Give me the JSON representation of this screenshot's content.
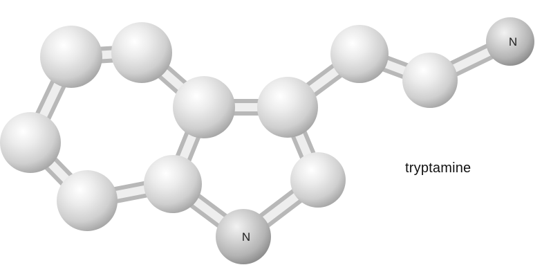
{
  "caption": "tryptamine",
  "atoms": [
    {
      "id": "c-ring6-1",
      "label": ""
    },
    {
      "id": "c-ring6-2",
      "label": ""
    },
    {
      "id": "c-ring6-3",
      "label": ""
    },
    {
      "id": "c-ring6-4",
      "label": ""
    },
    {
      "id": "c-ring6-5",
      "label": ""
    },
    {
      "id": "c-ring6-6",
      "label": ""
    },
    {
      "id": "c-ring5-1",
      "label": ""
    },
    {
      "id": "c-ring5-2",
      "label": ""
    },
    {
      "id": "n-ring5",
      "label": "N"
    },
    {
      "id": "c-chain-1",
      "label": ""
    },
    {
      "id": "c-chain-2",
      "label": ""
    },
    {
      "id": "n-amine",
      "label": "N"
    }
  ],
  "colors": {
    "sphere_light": "#f4f4f4",
    "sphere_mid": "#d2d2d2",
    "sphere_dark": "#9a9a9a",
    "nitrogen_mid": "#bdbdbd",
    "bond": "#d8d8d8"
  }
}
